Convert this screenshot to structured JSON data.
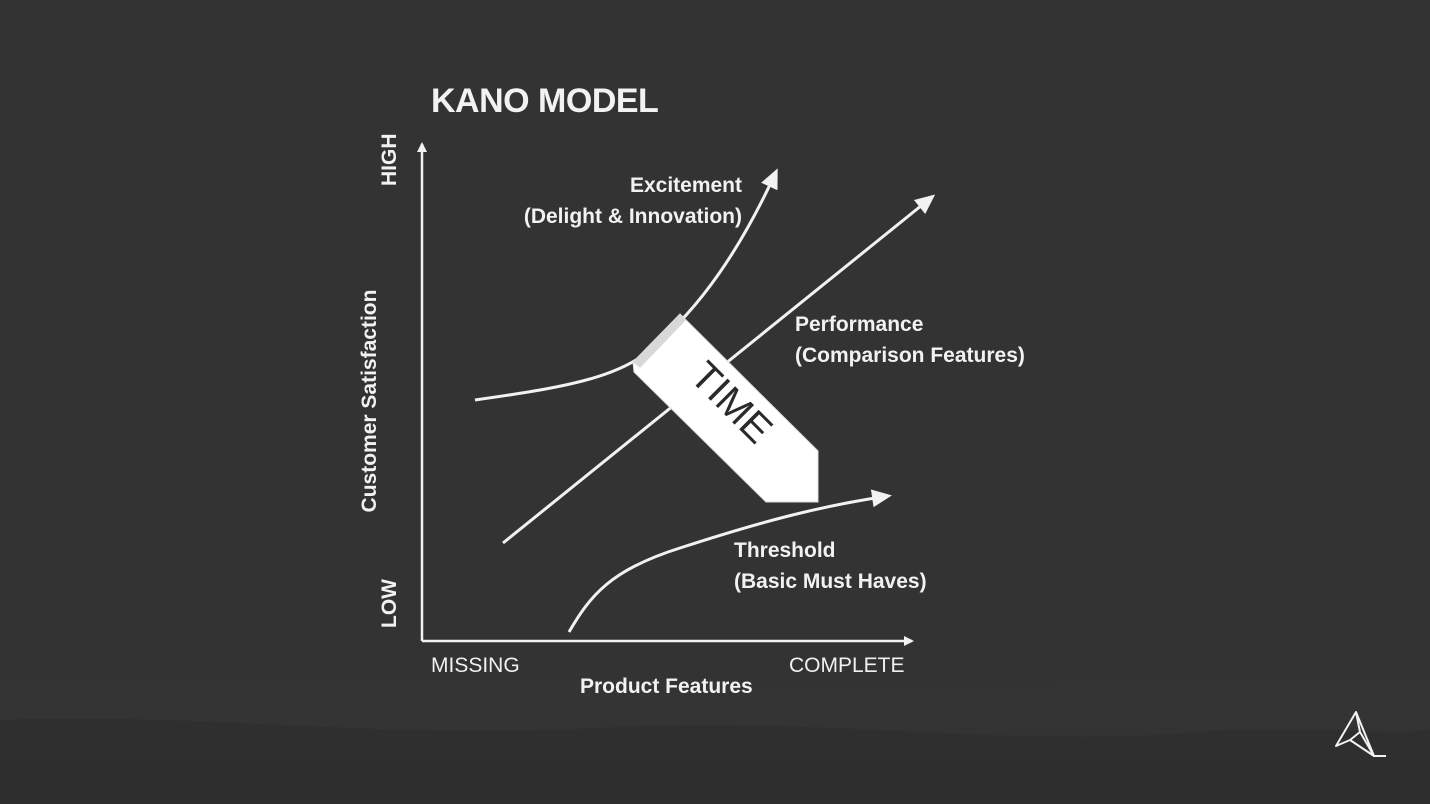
{
  "diagram": {
    "title": "KANO MODEL",
    "y_axis_label": "Customer Satisfaction",
    "y_axis_high": "HIGH",
    "y_axis_low": "LOW",
    "x_axis_label": "Product Features",
    "x_axis_left": "MISSING",
    "x_axis_right": "COMPLETE",
    "curves": {
      "excitement": {
        "line1": "Excitement",
        "line2": "(Delight & Innovation)"
      },
      "performance": {
        "line1": "Performance",
        "line2": "(Comparison Features)"
      },
      "threshold": {
        "line1": "Threshold",
        "line2": "(Basic Must Haves)"
      }
    },
    "time_arrow_label": "TIME"
  },
  "colors": {
    "background": "#333333",
    "foreground": "#f2f2f2",
    "time_arrow_fill": "#ffffff",
    "time_text": "#2a2a2a"
  },
  "icons": {
    "logo": "triangle-logo-icon"
  }
}
